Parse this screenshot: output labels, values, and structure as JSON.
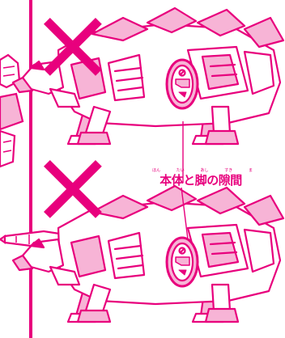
{
  "colors": {
    "ink": "#e8007d",
    "fill": "#f7b4d6",
    "background": "#ffffff"
  },
  "top_panel": {
    "mark_icon": "cross-mark-icon"
  },
  "bottom_panel": {
    "mark_icon": "cross-mark-icon"
  },
  "callout": {
    "label": "本体と脚の隙間",
    "furigana": [
      "ほん",
      "たい",
      "あし",
      "すき",
      "ま"
    ]
  },
  "medallion_symbol": "⊘"
}
